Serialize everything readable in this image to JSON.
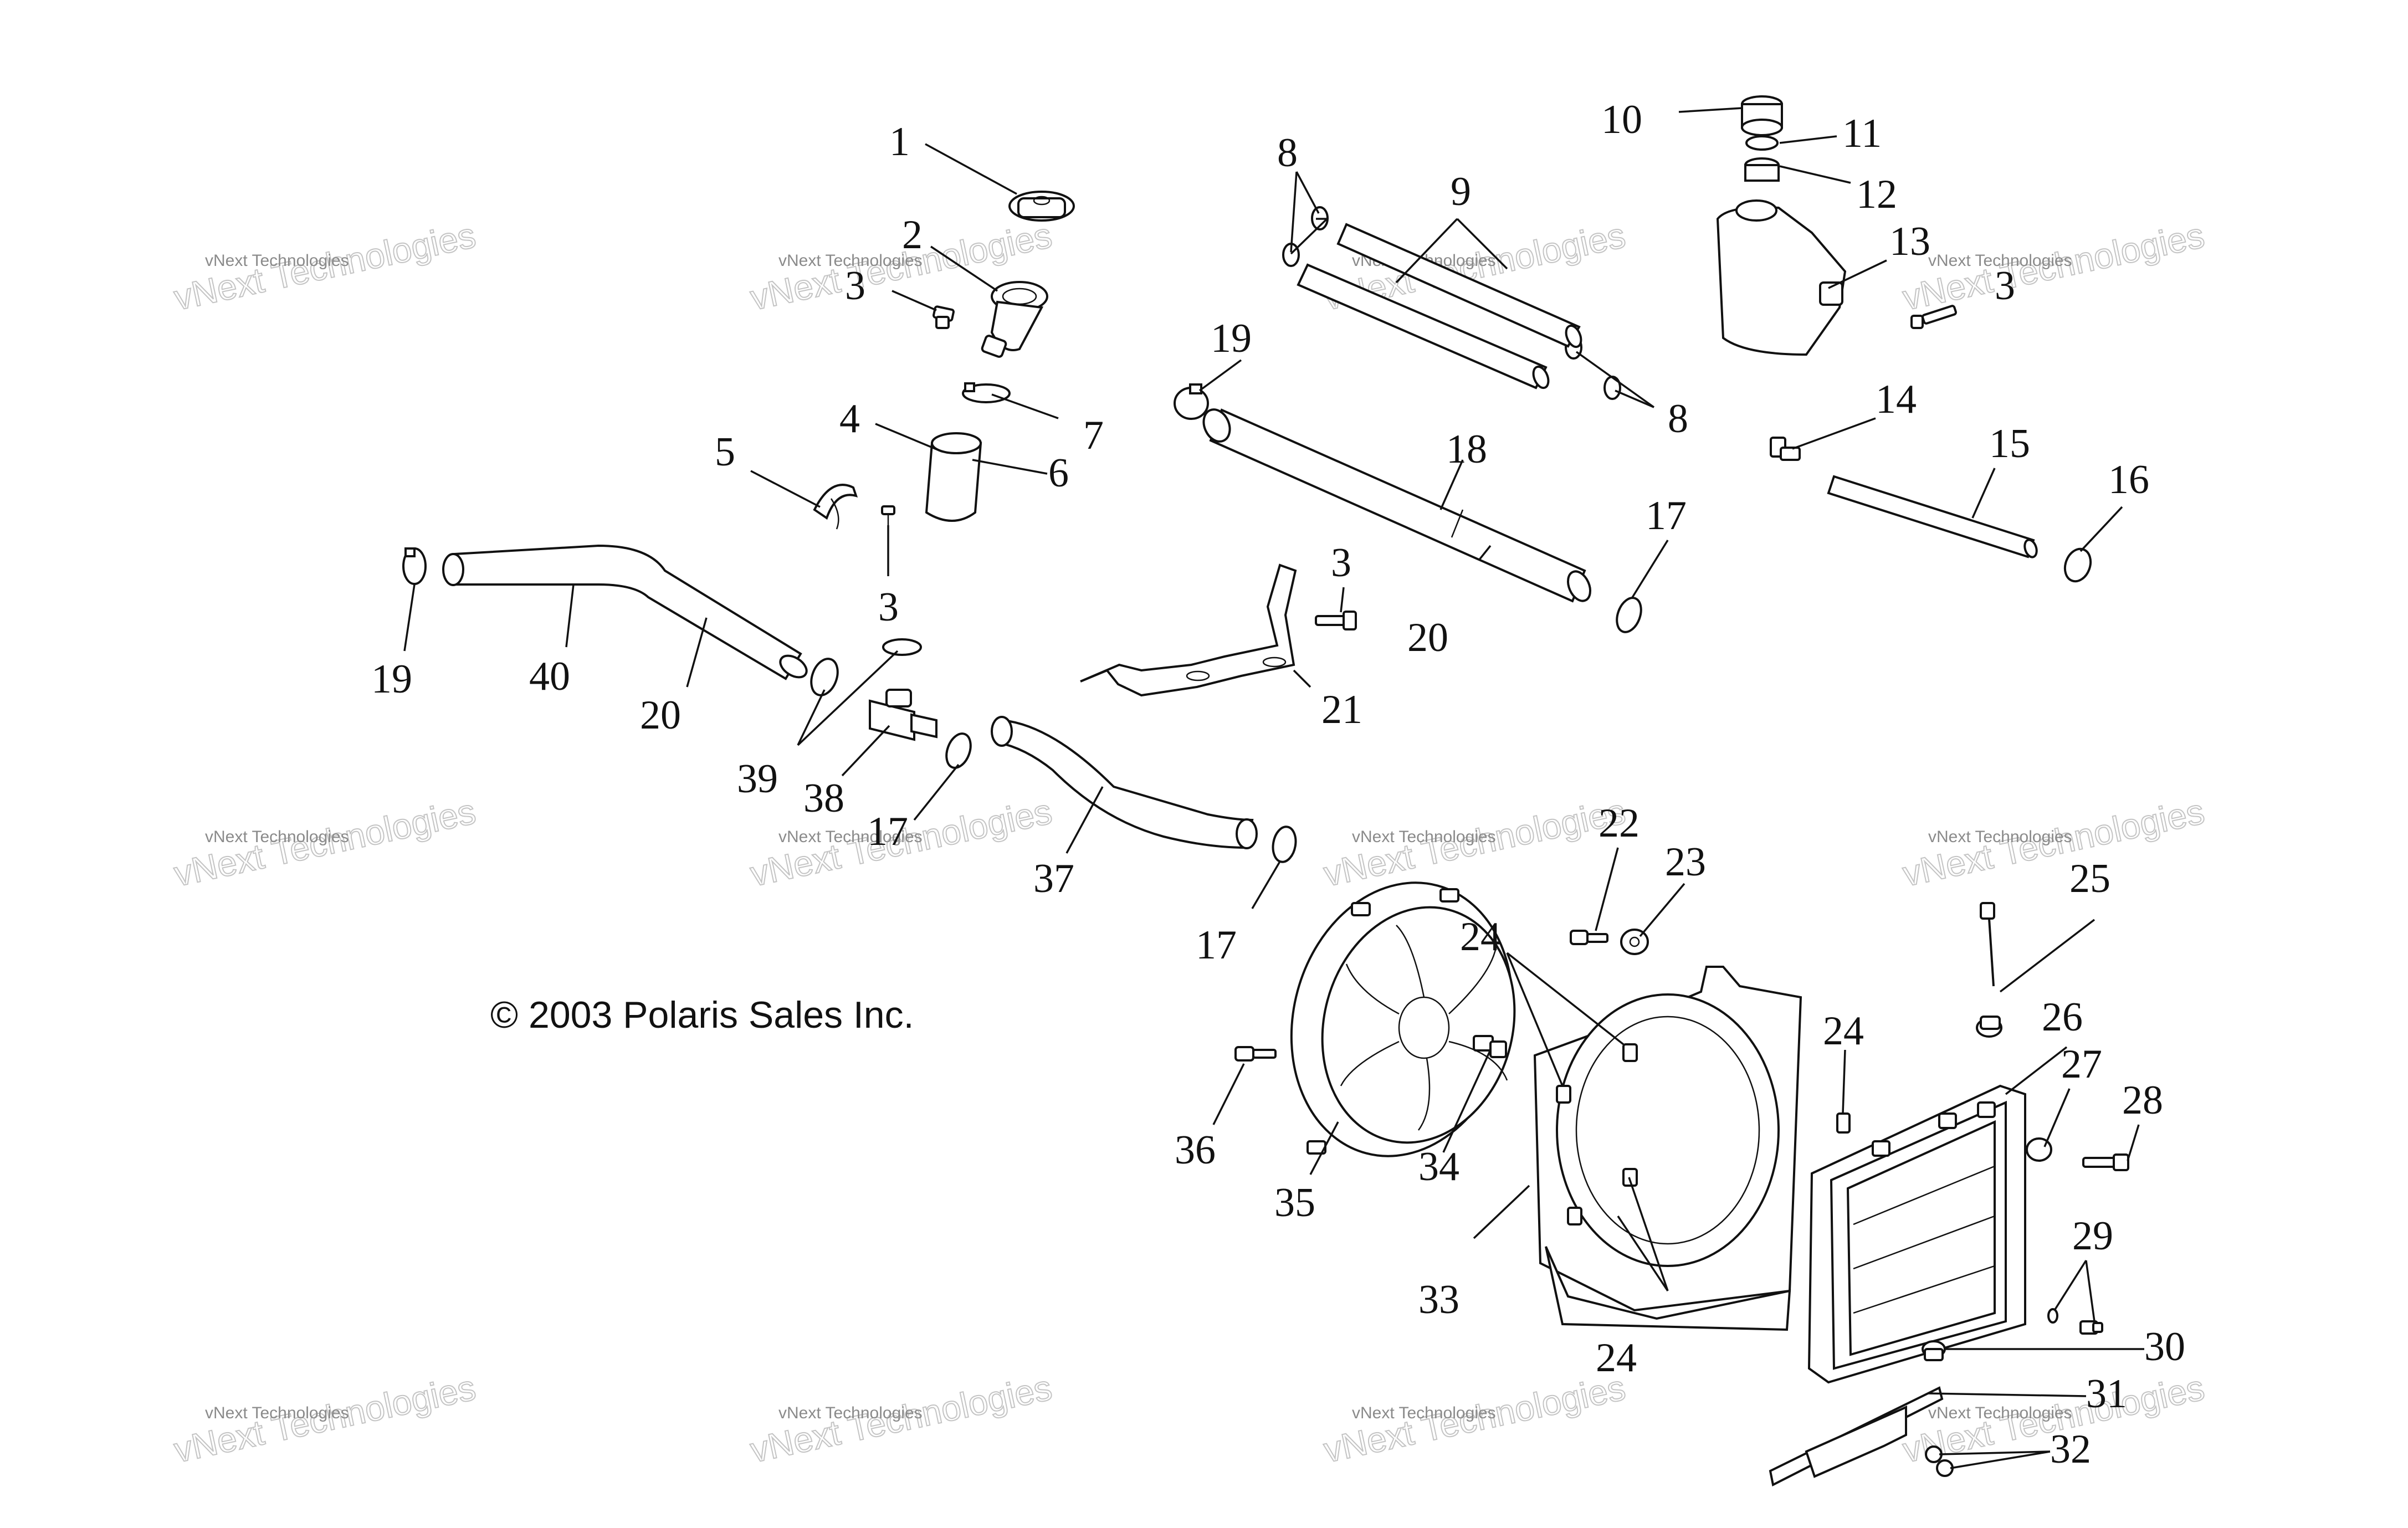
{
  "copyright": "© 2003 Polaris Sales Inc.",
  "watermark": {
    "small": "vNext Technologies",
    "big": "vNext Technologies"
  },
  "callouts": {
    "c1": "1",
    "c2": "2",
    "c3a": "3",
    "c3b": "3",
    "c3c": "3",
    "c3d": "3",
    "c4": "4",
    "c5": "5",
    "c6": "6",
    "c7": "7",
    "c8a": "8",
    "c8b": "8",
    "c9": "9",
    "c10": "10",
    "c11": "11",
    "c12": "12",
    "c13": "13",
    "c14": "14",
    "c15": "15",
    "c16": "16",
    "c17a": "17",
    "c17b": "17",
    "c17c": "17",
    "c18": "18",
    "c19a": "19",
    "c19b": "19",
    "c20a": "20",
    "c20b": "20",
    "c21": "21",
    "c22": "22",
    "c23": "23",
    "c24a": "24",
    "c24b": "24",
    "c24c": "24",
    "c25": "25",
    "c26": "26",
    "c27": "27",
    "c28": "28",
    "c29": "29",
    "c30": "30",
    "c31": "31",
    "c32": "32",
    "c33": "33",
    "c34": "34",
    "c35": "35",
    "c36": "36",
    "c37": "37",
    "c38": "38",
    "c39": "39",
    "c40": "40"
  }
}
